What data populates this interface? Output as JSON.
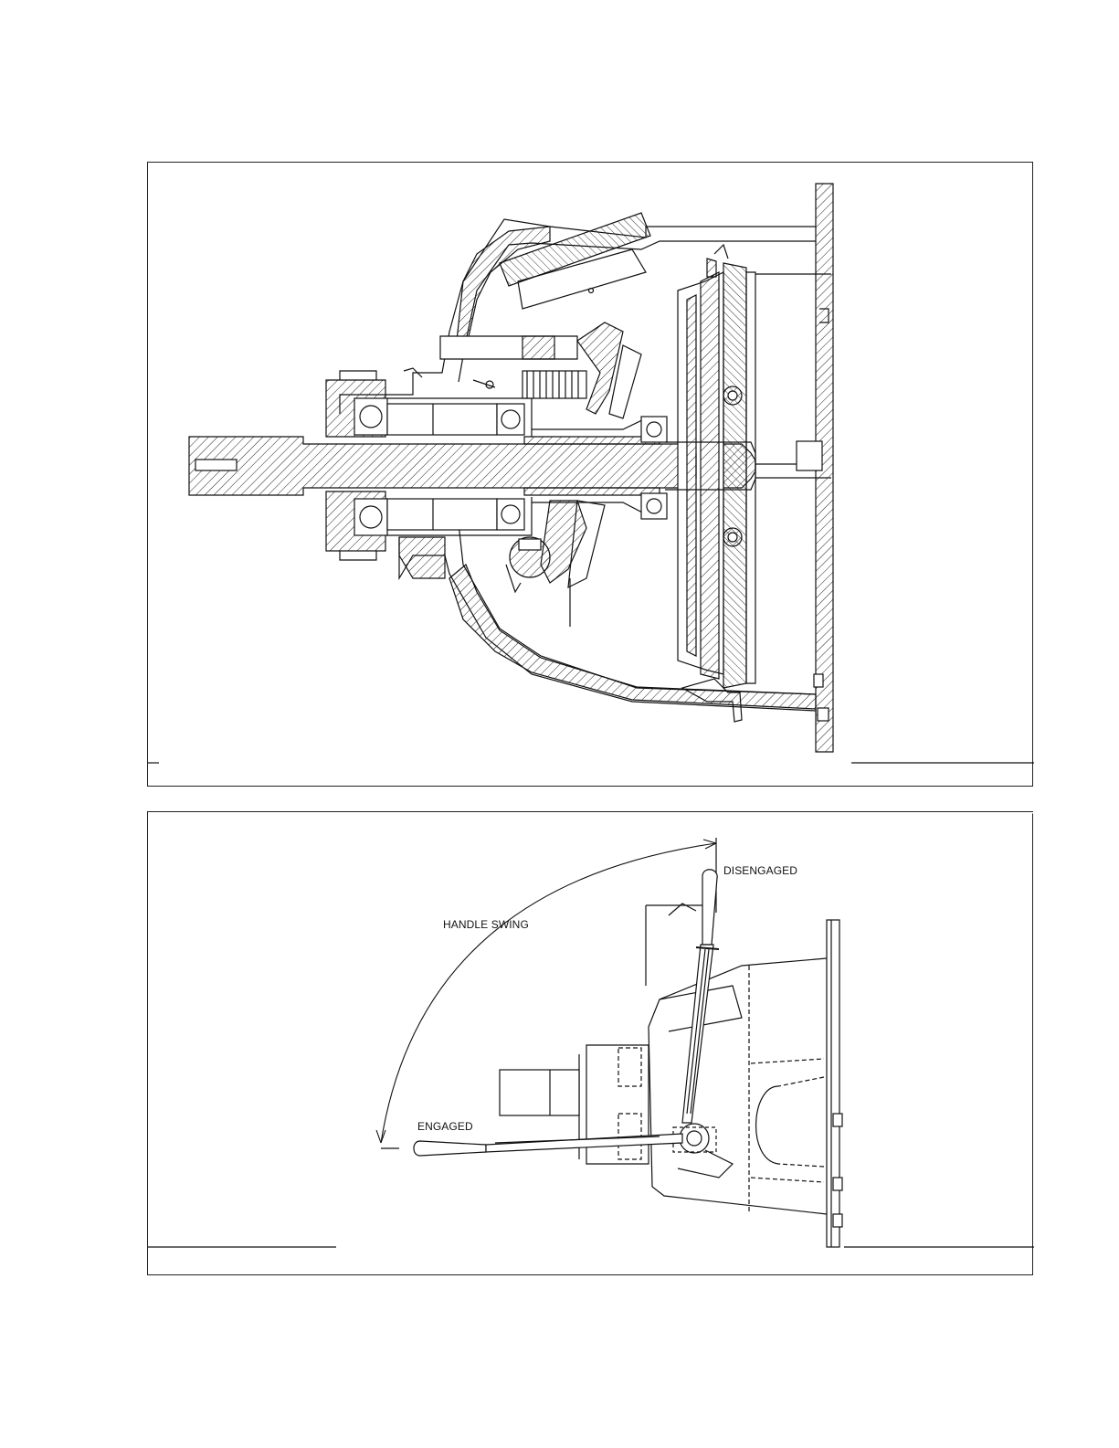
{
  "figure_sectional": {},
  "figure_handle": {
    "labels": {
      "disengaged": "DISENGAGED",
      "handle_swing": "HANDLE SWING",
      "engaged": "ENGAGED"
    }
  }
}
